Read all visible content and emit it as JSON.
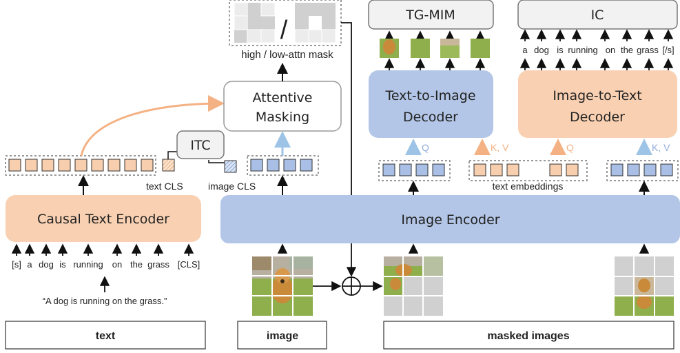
{
  "colors": {
    "peach": "#f8cfae",
    "peach_box": "#f9d1b2",
    "blue": "#b3c6e7",
    "blue_token": "#a9bfe6",
    "gray": "#c8c8c8",
    "arrow_peach": "#f4b183",
    "arrow_blue": "#9dc3e6",
    "label_peach": "#f4b183",
    "label_blue": "#8faadc",
    "grass": "#7ea83a",
    "dog": "#c98a3a"
  },
  "modules": {
    "causal_text_encoder": "Causal Text Encoder",
    "image_encoder": "Image Encoder",
    "attentive_masking": "Attentive Masking",
    "itc": "ITC",
    "t2i_decoder": "Text-to-Image Decoder",
    "i2t_decoder": "Image-to-Text Decoder",
    "tg_mim": "TG-MIM",
    "ic": "IC"
  },
  "labels": {
    "text_cls": "text CLS",
    "image_cls": "image CLS",
    "mask_caption": "high / low-attn mask",
    "mask_slash": "/",
    "text_embeddings": "text embeddings",
    "q1": "Q",
    "kv1": "K, V",
    "q2": "Q",
    "kv2": "K, V"
  },
  "text_input": {
    "tokens": [
      "[s]",
      "a",
      "dog",
      "is",
      "running",
      "on",
      "the",
      "grass",
      "[CLS]"
    ],
    "sentence": "“A dog is running on the grass.”"
  },
  "caption_tokens": [
    "a",
    "dog",
    "is",
    "running",
    "on",
    "the",
    "grass",
    "[/s]"
  ],
  "bottom_labels": {
    "text": "text",
    "image": "image",
    "masked_images": "masked images"
  }
}
